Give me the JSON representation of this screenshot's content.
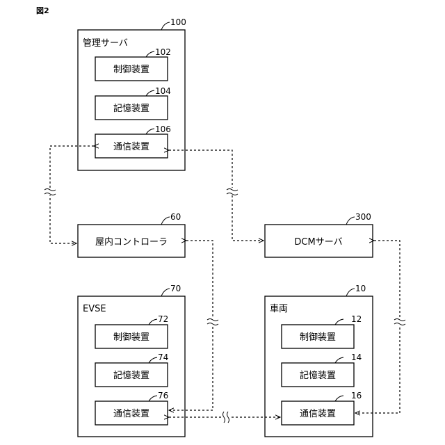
{
  "figure_label": "図2",
  "server": {
    "title": "管理サーバ",
    "ref": "100",
    "control": {
      "label": "制御装置",
      "ref": "102"
    },
    "storage": {
      "label": "記憶装置",
      "ref": "104"
    },
    "comm": {
      "label": "通信装置",
      "ref": "106"
    }
  },
  "indoor_controller": {
    "label": "屋内コントローラ",
    "ref": "60"
  },
  "dcm_server": {
    "label": "DCMサーバ",
    "ref": "300"
  },
  "evse": {
    "title": "EVSE",
    "ref": "70",
    "control": {
      "label": "制御装置",
      "ref": "72"
    },
    "storage": {
      "label": "記憶装置",
      "ref": "74"
    },
    "comm": {
      "label": "通信装置",
      "ref": "76"
    }
  },
  "vehicle": {
    "title": "車両",
    "ref": "10",
    "control": {
      "label": "制御装置",
      "ref": "12"
    },
    "storage": {
      "label": "記憶装置",
      "ref": "14"
    },
    "comm": {
      "label": "通信装置",
      "ref": "16"
    }
  }
}
